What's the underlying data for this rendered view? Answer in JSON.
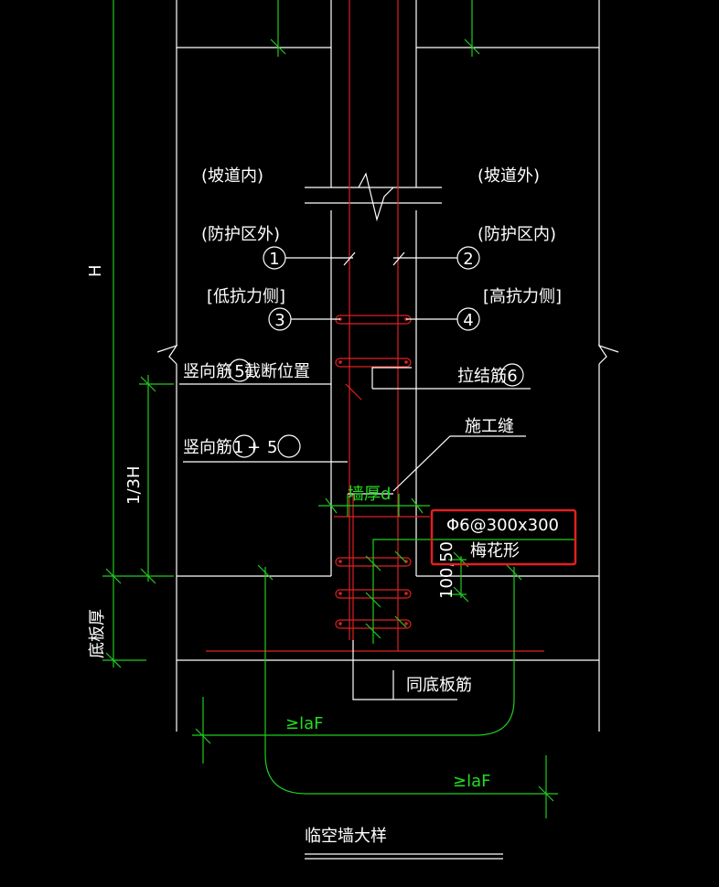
{
  "labels": {
    "inside_slope": "(坡道内)",
    "outside_slope": "(坡道外)",
    "outside_protection": "(防护区外)",
    "inside_protection": "(防护区内)",
    "low_resist_side": "[低抗力侧]",
    "high_resist_side": "[高抗力侧]",
    "vertical_bar_cutoff": "竖向筋",
    "cutoff_position": "截断位置",
    "tie_bar": "拉结筋",
    "construction_joint": "施工缝",
    "vertical_bar": "竖向筋",
    "wall_thickness": "墙厚d",
    "tie_spec": "Φ6@300x300",
    "tie_pattern": "梅花形",
    "dim_100_50": "100,50",
    "same_as_base": "同底板筋",
    "la_f_1": "≥laF",
    "la_f_2": "≥laF",
    "dim_h": "H",
    "dim_h3": "1/3H",
    "dim_base": "底板厚",
    "title": "临空墙大样"
  },
  "markers": {
    "m1": "1",
    "m2": "2",
    "m3": "3",
    "m4": "4",
    "m5a": "5",
    "m6": "6",
    "m1b": "1",
    "plus": "+",
    "m5b": "5"
  },
  "colors": {
    "background": "#000000",
    "outline": "#ffffff",
    "rebar": "#e02020",
    "dimension": "#1fcc1f",
    "highlight_box": "#e02020"
  }
}
